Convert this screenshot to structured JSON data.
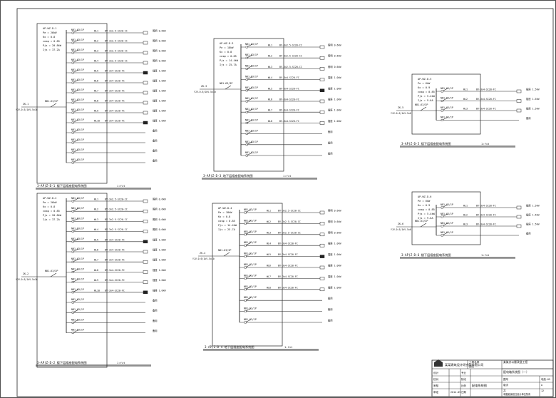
{
  "panels": [
    {
      "id": "p1",
      "title": "3-AP(Z-D-1 楼下层插座配电系统图",
      "ratio": "1:fit",
      "incoming": {
        "label": "ZK-1",
        "cable": "YJV-0.6/1kV-5x16"
      },
      "params": [
        "AP-WZ-D-1",
        "Pe = 26kW",
        "Kx = 0.8",
        "cosφ = 0.85",
        "Pjs = 20.8kW",
        "Ijs = 37.2A"
      ],
      "main_breaker": "NB1-63/3P",
      "circuits": [
        {
          "breaker": "NB1-63/1P",
          "phase": "WL1",
          "cable": "BV-3x2.5-SC20-CC",
          "load": "照明 0.6kW",
          "spare": false
        },
        {
          "breaker": "NB1-63/1P",
          "phase": "WL2",
          "cable": "BV-3x2.5-SC20-CC",
          "load": "照明 0.6kW",
          "spare": false
        },
        {
          "breaker": "NB1-63/1P",
          "phase": "WL3",
          "cable": "BV-3x2.5-SC20-CC",
          "load": "照明 0.6kW",
          "spare": false
        },
        {
          "breaker": "NB1-63/1P",
          "phase": "WL4",
          "cable": "BV-3x2.5-SC20-CC",
          "load": "照明 0.6kW",
          "spare": false
        },
        {
          "breaker": "NB1-63/1P",
          "phase": "WL5",
          "cable": "BV-3x4-SC20-FC",
          "load": "插座 1.0kW",
          "spare": false
        },
        {
          "breaker": "NB1-63/1P",
          "phase": "WL6",
          "cable": "BV-3x4-SC20-FC",
          "load": "插座 1.0kW",
          "spare": false
        },
        {
          "breaker": "NB1-63/1P",
          "phase": "WL7",
          "cable": "BV-3x4-SC20-FC",
          "load": "插座 1.0kW",
          "spare": false
        },
        {
          "breaker": "NB1-63/1P",
          "phase": "WL8",
          "cable": "BV-3x4-SC20-FC",
          "load": "插座 1.0kW",
          "spare": false
        },
        {
          "breaker": "NB1-63/1P",
          "phase": "WL9",
          "cable": "BV-3x4-SC20-FC",
          "load": "插座 1.0kW",
          "spare": false
        },
        {
          "breaker": "NB1-63/1P",
          "phase": "WL10",
          "cable": "BV-3x4-SC20-FC",
          "load": "插座 1.0kW",
          "spare": false
        },
        {
          "breaker": "NB1-63/1P",
          "phase": "",
          "cable": "",
          "load": "备用",
          "spare": true
        },
        {
          "breaker": "NB1-63/1P",
          "phase": "",
          "cable": "",
          "load": "备用",
          "spare": true
        },
        {
          "breaker": "NB1-63/1P",
          "phase": "",
          "cable": "",
          "load": "备用",
          "spare": true
        },
        {
          "breaker": "NB1-63/1P",
          "phase": "",
          "cable": "",
          "load": "备用",
          "spare": true
        }
      ]
    },
    {
      "id": "p2",
      "title": "3-AP(Z-D-2 楼下层插座配电系统图",
      "ratio": "1:fit",
      "incoming": {
        "label": "ZK-2",
        "cable": "YJV-0.6/1kV-5x16"
      },
      "params": [
        "AP-WZ-D-2",
        "Pe = 26kW",
        "Kx = 0.8",
        "cosφ = 0.85",
        "Pjs = 20.8kW",
        "Ijs = 37.2A"
      ],
      "main_breaker": "NB1-63/3P",
      "circuits": [
        {
          "breaker": "NB1-63/1P",
          "phase": "WL1",
          "cable": "BV-3x2.5-SC20-CC",
          "load": "照明 0.6kW",
          "spare": false
        },
        {
          "breaker": "NB1-63/1P",
          "phase": "WL2",
          "cable": "BV-3x2.5-SC20-CC",
          "load": "照明 0.6kW",
          "spare": false
        },
        {
          "breaker": "NB1-63/1P",
          "phase": "WL3",
          "cable": "BV-3x2.5-SC20-CC",
          "load": "照明 0.6kW",
          "spare": false
        },
        {
          "breaker": "NB1-63/1P",
          "phase": "WL4",
          "cable": "BV-3x2.5-SC20-CC",
          "load": "照明 0.6kW",
          "spare": false
        },
        {
          "breaker": "NB1-63/1P",
          "phase": "WL5",
          "cable": "BV-3x4-SC20-FC",
          "load": "插座 1.0kW",
          "spare": false
        },
        {
          "breaker": "NB1-63/1P",
          "phase": "WL6",
          "cable": "BV-3x4-SC20-FC",
          "load": "插座 1.0kW",
          "spare": false
        },
        {
          "breaker": "NB1-63/1P",
          "phase": "WL7",
          "cable": "BV-3x4-SC20-FC",
          "load": "插座 1.0kW",
          "spare": false
        },
        {
          "breaker": "NB1-63/1P",
          "phase": "WL8",
          "cable": "BV-3x4-SC20-FC",
          "load": "插座 1.0kW",
          "spare": false
        },
        {
          "breaker": "NB1-63/1P",
          "phase": "WL9",
          "cable": "BV-3x4-SC20-FC",
          "load": "插座 1.0kW",
          "spare": false
        },
        {
          "breaker": "NB1-63/1P",
          "phase": "WL10",
          "cable": "BV-3x4-SC20-FC",
          "load": "插座 1.0kW",
          "spare": false
        },
        {
          "breaker": "NB1-63/1P",
          "phase": "",
          "cable": "",
          "load": "备用",
          "spare": true
        },
        {
          "breaker": "NB1-63/1P",
          "phase": "",
          "cable": "",
          "load": "备用",
          "spare": true
        },
        {
          "breaker": "NB1-63/1P",
          "phase": "",
          "cable": "",
          "load": "备用",
          "spare": true
        },
        {
          "breaker": "NB1-63/1P",
          "phase": "",
          "cable": "",
          "load": "备用",
          "spare": true
        }
      ]
    },
    {
      "id": "p3",
      "title": "3-AP(Z-D-3 地下层插座配电系统图",
      "ratio": "1:fit",
      "incoming": {
        "label": "ZK-3",
        "cable": "YJV-0.6/1kV-5x10"
      },
      "params": [
        "AP-WZ-D-3",
        "Pe = 18kW",
        "Kx = 0.8",
        "cosφ = 0.85",
        "Pjs = 14.4kW",
        "Ijs = 25.7A"
      ],
      "main_breaker": "NB1-63/3P",
      "circuits": [
        {
          "breaker": "NB1-63/1P",
          "phase": "WL1",
          "cable": "BV-3x2.5-SC20-CC",
          "load": "照明 0.6kW",
          "spare": false
        },
        {
          "breaker": "NB1-63/1P",
          "phase": "WL2",
          "cable": "BV-3x2.5-SC20-CC",
          "load": "照明 0.6kW",
          "spare": false
        },
        {
          "breaker": "NB1-63/1P",
          "phase": "WL3",
          "cable": "BV-3x2.5-SC20-CC",
          "load": "照明 0.6kW",
          "spare": false
        },
        {
          "breaker": "NB1-63/1P",
          "phase": "WL4",
          "cable": "BV-3x4-SC20-FC",
          "load": "插座 1.0kW",
          "spare": false
        },
        {
          "breaker": "NB1-63/1P",
          "phase": "WL5",
          "cable": "BV-3x4-SC20-FC",
          "load": "插座 1.0kW",
          "spare": false
        },
        {
          "breaker": "NB1-63/1P",
          "phase": "WL6",
          "cable": "BV-3x4-SC20-FC",
          "load": "插座 1.0kW",
          "spare": false
        },
        {
          "breaker": "NB1-63/1P",
          "phase": "WL7",
          "cable": "BV-3x4-SC20-FC",
          "load": "插座 1.0kW",
          "spare": false
        },
        {
          "breaker": "NB1-63/1P",
          "phase": "WL8",
          "cable": "BV-3x4-SC20-FC",
          "load": "插座 1.0kW",
          "spare": false
        },
        {
          "breaker": "NB1-63/1P",
          "phase": "",
          "cable": "",
          "load": "备用",
          "spare": true
        },
        {
          "breaker": "NB1-63/1P",
          "phase": "",
          "cable": "",
          "load": "备用",
          "spare": true
        },
        {
          "breaker": "NB1-63/1P",
          "phase": "",
          "cable": "",
          "load": "备用",
          "spare": true
        }
      ]
    },
    {
      "id": "p4",
      "title": "3-AP(Z-D-4 地下层插座配电系统图",
      "ratio": "1:fit",
      "incoming": {
        "label": "ZK-4",
        "cable": "YJV-0.6/1kV-5x10"
      },
      "params": [
        "AP-WZ-D-4",
        "Pe = 18kW",
        "Kx = 0.8",
        "cosφ = 0.85",
        "Pjs = 14.4kW",
        "Ijs = 25.7A"
      ],
      "main_breaker": "NB1-63/3P",
      "circuits": [
        {
          "breaker": "NB1-63/1P",
          "phase": "WL1",
          "cable": "BV-3x2.5-SC20-CC",
          "load": "照明 0.6kW",
          "spare": false
        },
        {
          "breaker": "NB1-63/1P",
          "phase": "WL2",
          "cable": "BV-3x2.5-SC20-CC",
          "load": "照明 0.6kW",
          "spare": false
        },
        {
          "breaker": "NB1-63/1P",
          "phase": "WL3",
          "cable": "BV-3x2.5-SC20-CC",
          "load": "照明 0.6kW",
          "spare": false
        },
        {
          "breaker": "NB1-63/1P",
          "phase": "WL4",
          "cable": "BV-3x4-SC20-FC",
          "load": "插座 1.0kW",
          "spare": false
        },
        {
          "breaker": "NB1-63/1P",
          "phase": "WL5",
          "cable": "BV-3x4-SC20-FC",
          "load": "插座 1.0kW",
          "spare": false
        },
        {
          "breaker": "NB1-63/1P",
          "phase": "WL6",
          "cable": "BV-3x4-SC20-FC",
          "load": "插座 1.0kW",
          "spare": false
        },
        {
          "breaker": "NB1-63/1P",
          "phase": "WL7",
          "cable": "BV-3x4-SC20-FC",
          "load": "插座 1.0kW",
          "spare": false
        },
        {
          "breaker": "NB1-63/1P",
          "phase": "WL8",
          "cable": "BV-3x4-SC20-FC",
          "load": "插座 1.0kW",
          "spare": false
        },
        {
          "breaker": "NB1-63/1P",
          "phase": "",
          "cable": "",
          "load": "备用",
          "spare": true
        },
        {
          "breaker": "NB1-63/1P",
          "phase": "",
          "cable": "",
          "load": "备用",
          "spare": true
        },
        {
          "breaker": "NB1-63/1P",
          "phase": "",
          "cable": "",
          "load": "备用",
          "spare": true
        }
      ]
    },
    {
      "id": "p5",
      "title": "3-AP(Z-D-5 楼下层插座配电系统图",
      "ratio": "1:fit",
      "incoming": {
        "label": "ZK-5",
        "cable": "YJV-0.6/1kV-5x6"
      },
      "params": [
        "AP-WZ-D-5",
        "Pe = 6kW",
        "Kx = 0.9",
        "cosφ = 0.85",
        "Pjs = 5.4kW",
        "Ijs = 9.6A"
      ],
      "main_breaker": "NB1-63/3P",
      "circuits": [
        {
          "breaker": "NB1-63/1P",
          "phase": "WL1",
          "cable": "BV-3x4-SC20-FC",
          "load": "插座 1.5kW",
          "spare": false
        },
        {
          "breaker": "NB1-63/1P",
          "phase": "WL2",
          "cable": "BV-3x4-SC20-FC",
          "load": "插座 1.5kW",
          "spare": false
        },
        {
          "breaker": "NB1-63/1P",
          "phase": "WL3",
          "cable": "BV-3x4-SC20-FC",
          "load": "插座 1.5kW",
          "spare": false
        },
        {
          "breaker": "NB1-63/1P",
          "phase": "",
          "cable": "",
          "load": "备用",
          "spare": true
        }
      ]
    },
    {
      "id": "p6",
      "title": "3-AP(Z-D-6 楼下层插座配电系统图",
      "ratio": "1:fit",
      "incoming": {
        "label": "ZK-6",
        "cable": "YJV-0.6/1kV-5x6"
      },
      "params": [
        "AP-WZ-D-6",
        "Pe = 6kW",
        "Kx = 0.9",
        "cosφ = 0.85",
        "Pjs = 5.4kW",
        "Ijs = 9.6A"
      ],
      "main_breaker": "NB1-63/3P",
      "circuits": [
        {
          "breaker": "NB1-63/1P",
          "phase": "WL1",
          "cable": "BV-3x4-SC20-FC",
          "load": "插座 1.5kW",
          "spare": false
        },
        {
          "breaker": "NB1-63/1P",
          "phase": "WL2",
          "cable": "BV-3x4-SC20-FC",
          "load": "插座 1.5kW",
          "spare": false
        },
        {
          "breaker": "NB1-63/1P",
          "phase": "WL3",
          "cable": "BV-3x4-SC20-FC",
          "load": "插座 1.5kW",
          "spare": false
        },
        {
          "breaker": "NB1-63/1P",
          "phase": "",
          "cable": "",
          "load": "备用",
          "spare": true
        }
      ]
    }
  ],
  "title_block": {
    "company": "某某建筑设计研究院有限公司",
    "project_label": "工程名称",
    "project": "某某办公楼改造工程",
    "drawing_label": "图名",
    "drawing_name": "配电箱系统图（一）",
    "sheet_name": "配电系统图",
    "rows_left": [
      {
        "k": "设计",
        "v": ""
      },
      {
        "k": "校对",
        "v": ""
      },
      {
        "k": "审核",
        "v": ""
      },
      {
        "k": "审定",
        "v": "2014.05"
      }
    ],
    "rows_mid": [
      {
        "k": "专业",
        "v": "电气"
      },
      {
        "k": "阶段",
        "v": "施工图"
      },
      {
        "k": "比例",
        "v": "1:fit"
      },
      {
        "k": "日期",
        "v": "2014.05"
      }
    ],
    "rows_right": [
      {
        "k": "图号",
        "v": "电施-05"
      },
      {
        "k": "版次",
        "v": "A"
      },
      {
        "k": "共",
        "v": "12"
      },
      {
        "k": "第",
        "v": "5"
      }
    ],
    "footer": "本图纸版权归设计单位所有"
  }
}
